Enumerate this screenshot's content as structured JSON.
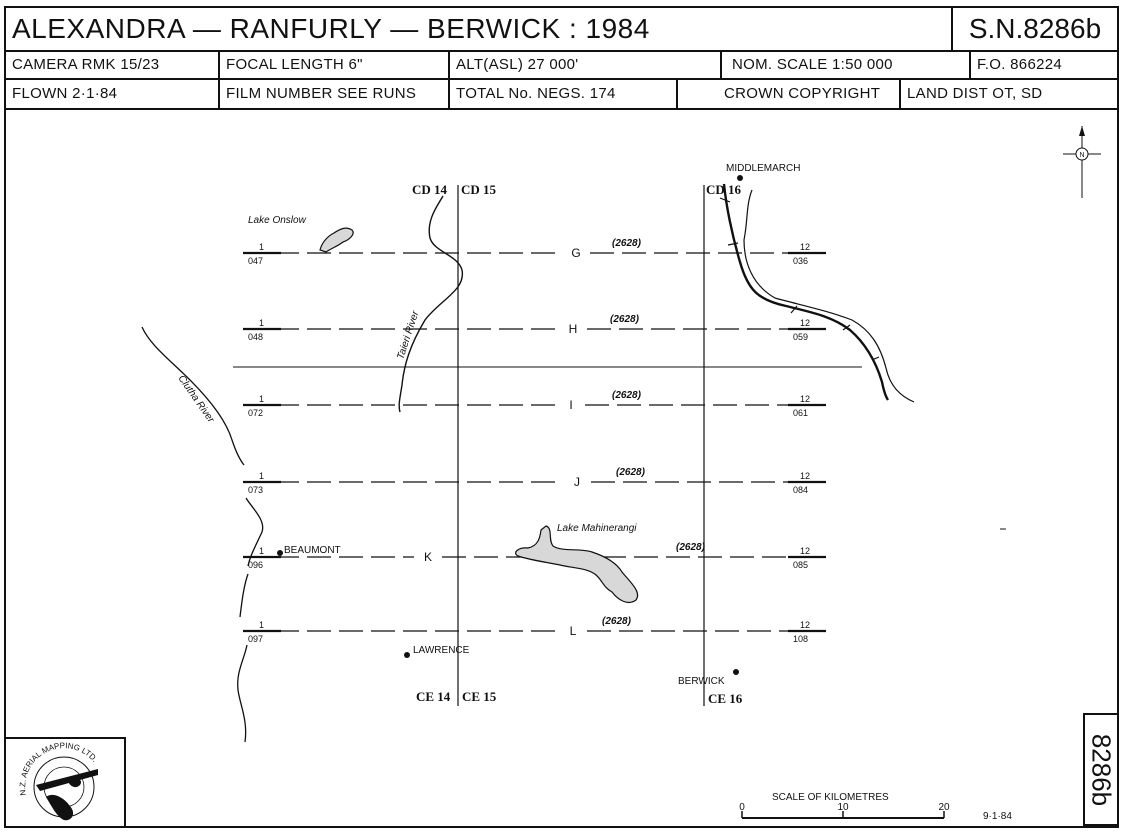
{
  "header": {
    "title": "ALEXANDRA — RANFURLY — BERWICK : 1984",
    "sortie": "S.N.8286b",
    "camera": "CAMERA   RMK 15/23",
    "focal": "FOCAL LENGTH   6\"",
    "alt": "ALT(ASL)       27 000'",
    "scale": "NOM. SCALE   1:50 000",
    "fo": "F.O. 866224",
    "flown": "FLOWN   2·1·84",
    "film": "FILM NUMBER   SEE RUNS",
    "negs": "TOTAL No. NEGS.   174",
    "copyright": "CROWN     COPYRIGHT",
    "landdist": "LAND DIST OT, SD"
  },
  "vertical_tag": "8286b",
  "logo_text": "N.Z. AERIAL MAPPING LTD.",
  "map": {
    "colours": {
      "ink": "#111111",
      "lake_fill": "#d8d8d8"
    },
    "runs": [
      {
        "letter": "G",
        "code": "(2628)",
        "start": "1",
        "start_neg": "047",
        "end": "12",
        "end_neg": "036"
      },
      {
        "letter": "H",
        "code": "(2628)",
        "start": "1",
        "start_neg": "048",
        "end": "12",
        "end_neg": "059"
      },
      {
        "letter": "I",
        "code": "(2628)",
        "start": "1",
        "start_neg": "072",
        "end": "12",
        "end_neg": "061"
      },
      {
        "letter": "J",
        "code": "(2628)",
        "start": "1",
        "start_neg": "073",
        "end": "12",
        "end_neg": "084"
      },
      {
        "letter": "K",
        "code": "(2628)",
        "start": "1",
        "start_neg": "096",
        "end": "12",
        "end_neg": "085"
      },
      {
        "letter": "L",
        "code": "(2628)",
        "start": "1",
        "start_neg": "097",
        "end": "12",
        "end_neg": "108"
      }
    ],
    "grid_labels": {
      "cd14": "CD 14",
      "cd15": "CD 15",
      "cd16": "CD 16",
      "ce14": "CE 14",
      "ce15": "CE 15",
      "ce16": "CE 16"
    },
    "places": {
      "middlemarch": "MIDDLEMARCH",
      "beaumont": "BEAUMONT",
      "lawrence": "LAWRENCE",
      "berwick": "BERWICK"
    },
    "water": {
      "lake_onslow": "Lake Onslow",
      "lake_mahinerangi": "Lake Mahinerangi",
      "taieri_river": "Taieri River",
      "clutha_river": "Clutha River"
    },
    "north": "N",
    "scale_bar": {
      "title": "SCALE  OF  KILOMETRES",
      "ticks": [
        "0",
        "10",
        "20"
      ]
    },
    "date": "9·1·84"
  }
}
